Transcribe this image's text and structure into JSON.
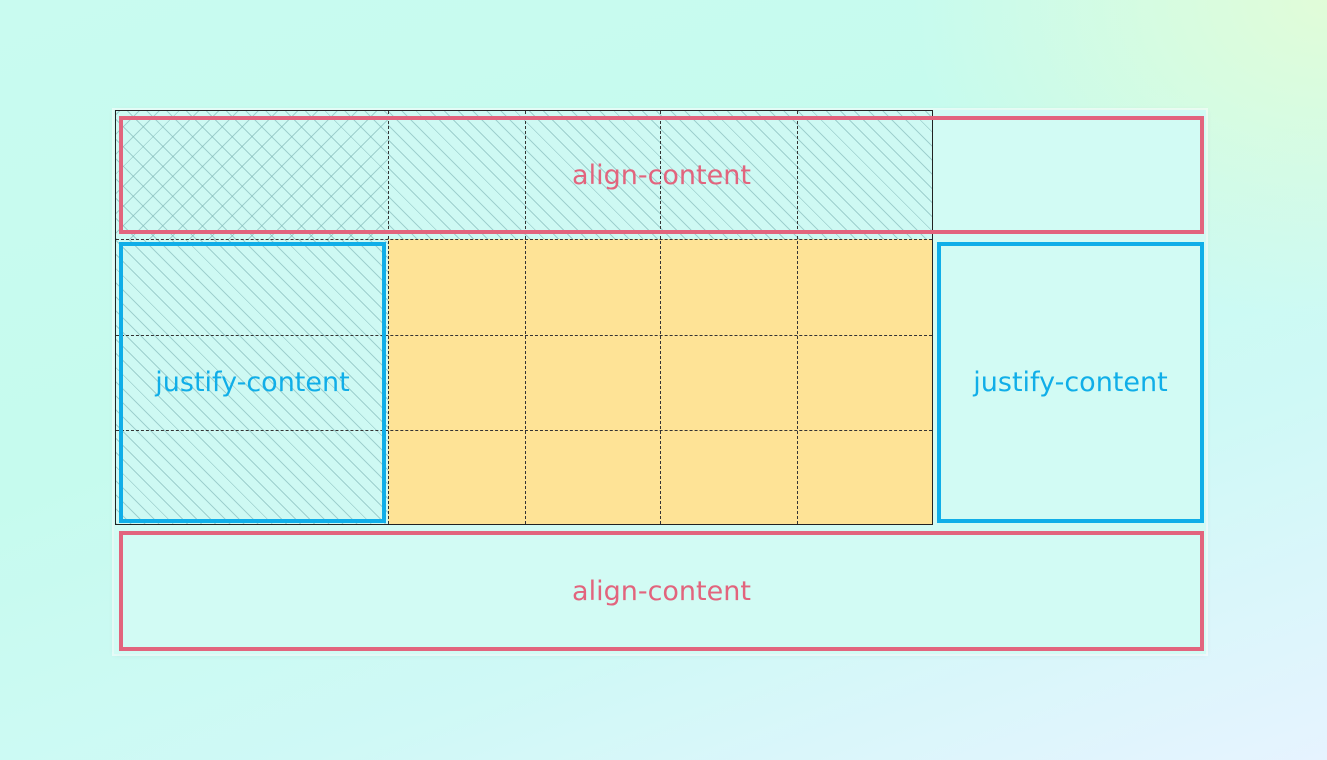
{
  "diagram": {
    "labels": {
      "align_top": "align-content",
      "align_bottom": "align-content",
      "justify_left": "justify-content",
      "justify_right": "justify-content"
    },
    "colors": {
      "align_outline": "#e2647d",
      "justify_outline": "#10aee8",
      "grid_fill": "#fee396",
      "background": "#c9fbf0"
    }
  }
}
